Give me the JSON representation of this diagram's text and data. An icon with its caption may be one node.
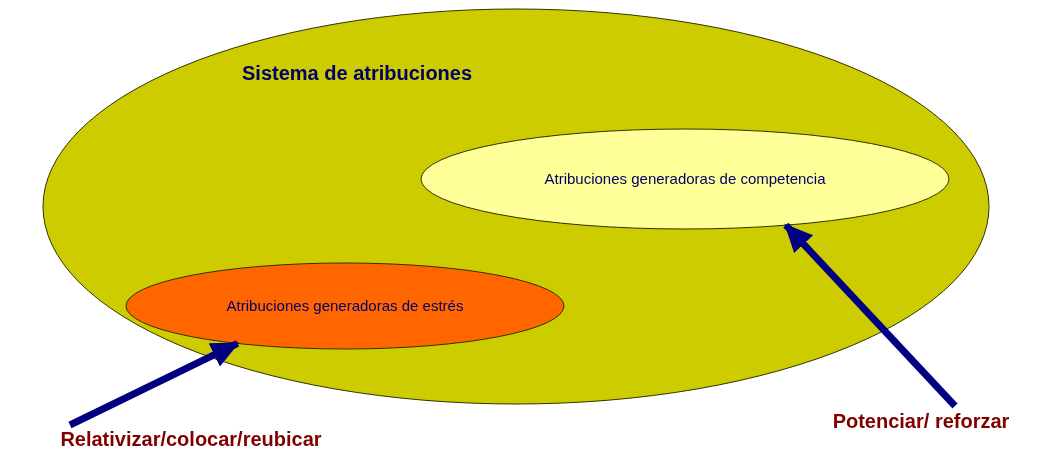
{
  "diagram": {
    "nodes": [
      {
        "text": [
          "Sistema de atribuciones"
        ]
      },
      {
        "text": [
          "Atribuciones generadoras de competencia"
        ],
        "in": 0
      },
      {
        "text": [
          "Atribuciones generadoras de estrés"
        ],
        "in": 0
      },
      {
        "text": [
          "Potenciar/ reforzar"
        ]
      },
      {
        "text": [
          "Relativizar/colocar/reubicar"
        ]
      }
    ],
    "edges": [
      {
        "from": 3,
        "to": 1,
        "arrow": "to"
      },
      {
        "from": 4,
        "to": 2,
        "arrow": "to"
      }
    ]
  }
}
